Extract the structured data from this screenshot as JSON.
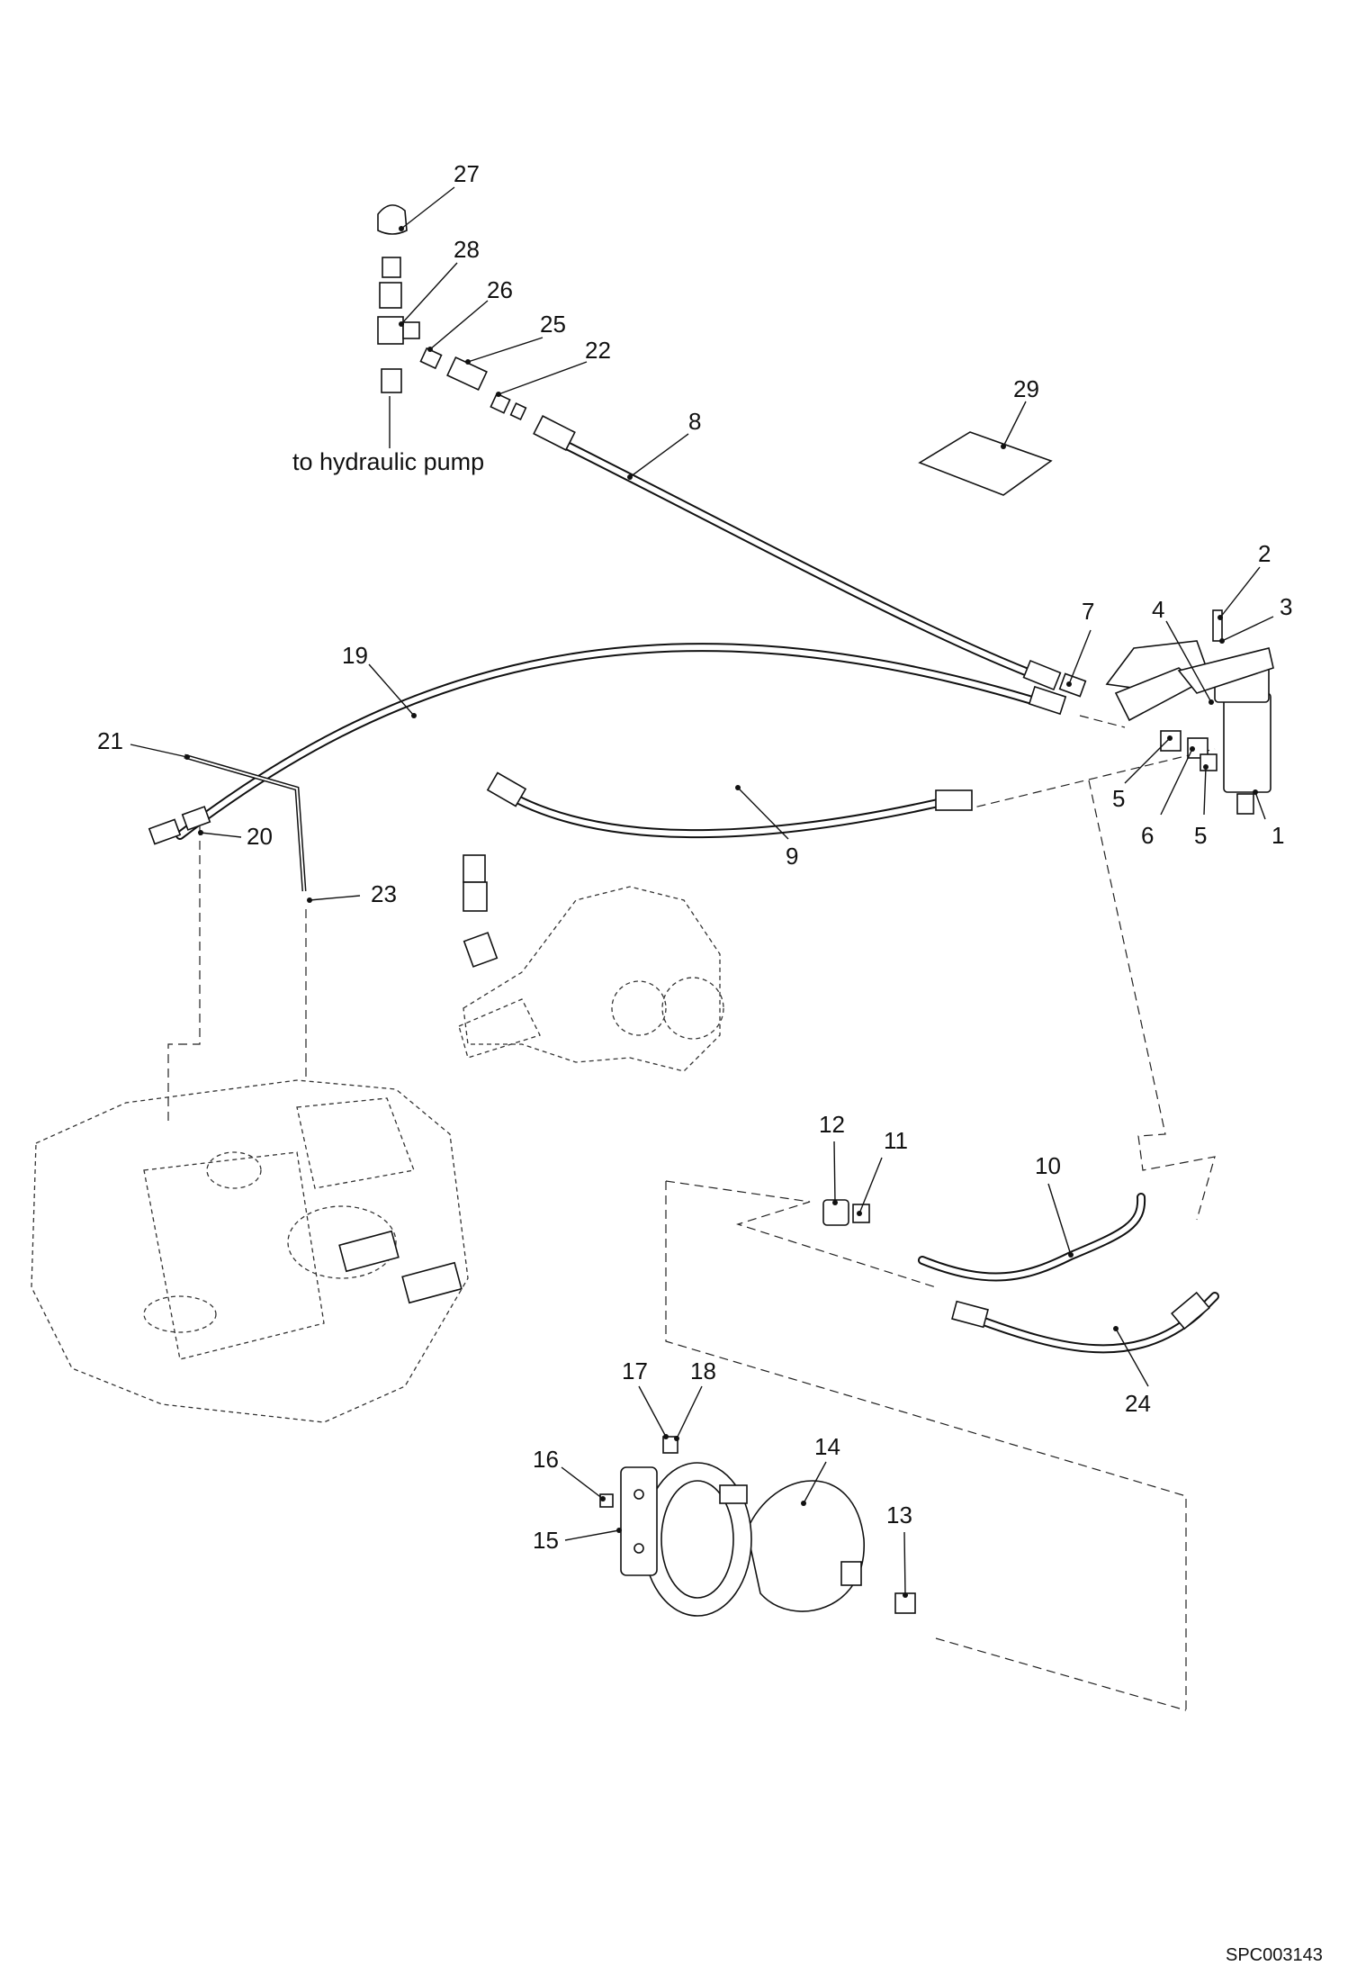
{
  "drawing": {
    "callouts": [
      "1",
      "2",
      "3",
      "4",
      "5",
      "5",
      "6",
      "7",
      "8",
      "9",
      "10",
      "11",
      "12",
      "13",
      "14",
      "15",
      "16",
      "17",
      "18",
      "19",
      "20",
      "21",
      "22",
      "23",
      "24",
      "25",
      "26",
      "27",
      "28",
      "29"
    ],
    "note": "to hydraulic pump",
    "drawing_code": "SPC003143"
  }
}
